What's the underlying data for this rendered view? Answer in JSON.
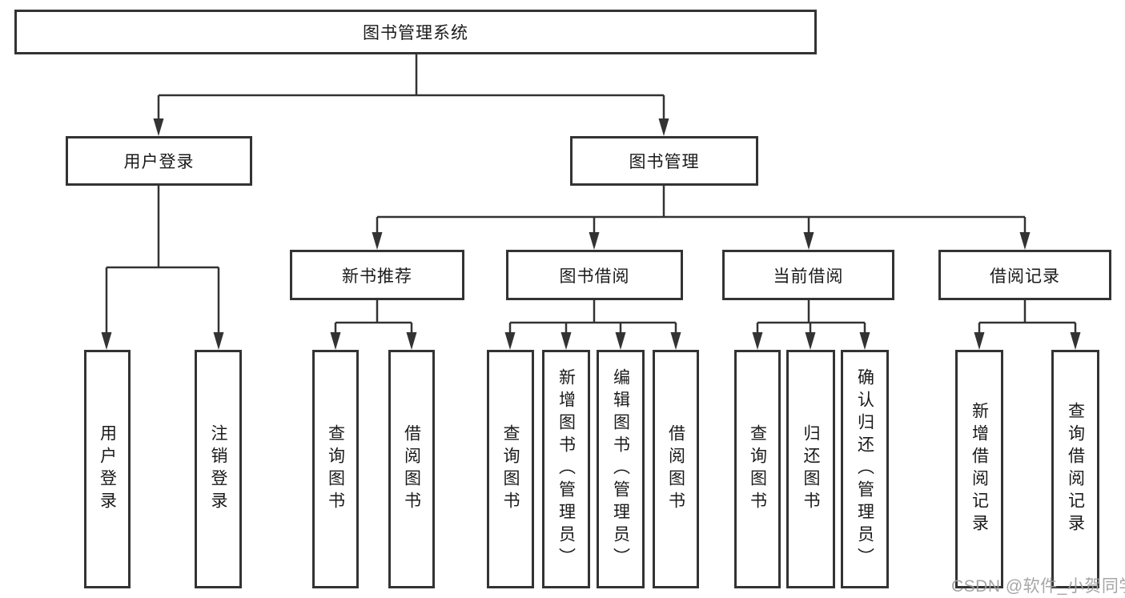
{
  "style": {
    "line_color": "#333333",
    "text_color": "#1a1a1a",
    "watermark_color": "#9e9e9e",
    "background": "#ffffff"
  },
  "watermark": "CSDN @软件_小贺同学",
  "tree": {
    "root": {
      "label": "图书管理系统"
    },
    "branches": [
      {
        "label": "用户登录",
        "children": [
          {
            "label": "用户登录"
          },
          {
            "label": "注销登录"
          }
        ]
      },
      {
        "label": "图书管理",
        "children": [
          {
            "label": "新书推荐",
            "children": [
              {
                "label": "查询图书"
              },
              {
                "label": "借阅图书"
              }
            ]
          },
          {
            "label": "图书借阅",
            "children": [
              {
                "label": "查询图书"
              },
              {
                "label": "新增图书（管理员）"
              },
              {
                "label": "编辑图书（管理员）"
              },
              {
                "label": "借阅图书"
              }
            ]
          },
          {
            "label": "当前借阅",
            "children": [
              {
                "label": "查询图书"
              },
              {
                "label": "归还图书"
              },
              {
                "label": "确认归还（管理员）"
              }
            ]
          },
          {
            "label": "借阅记录",
            "children": [
              {
                "label": "新增借阅记录"
              },
              {
                "label": "查询借阅记录"
              }
            ]
          }
        ]
      }
    ]
  }
}
